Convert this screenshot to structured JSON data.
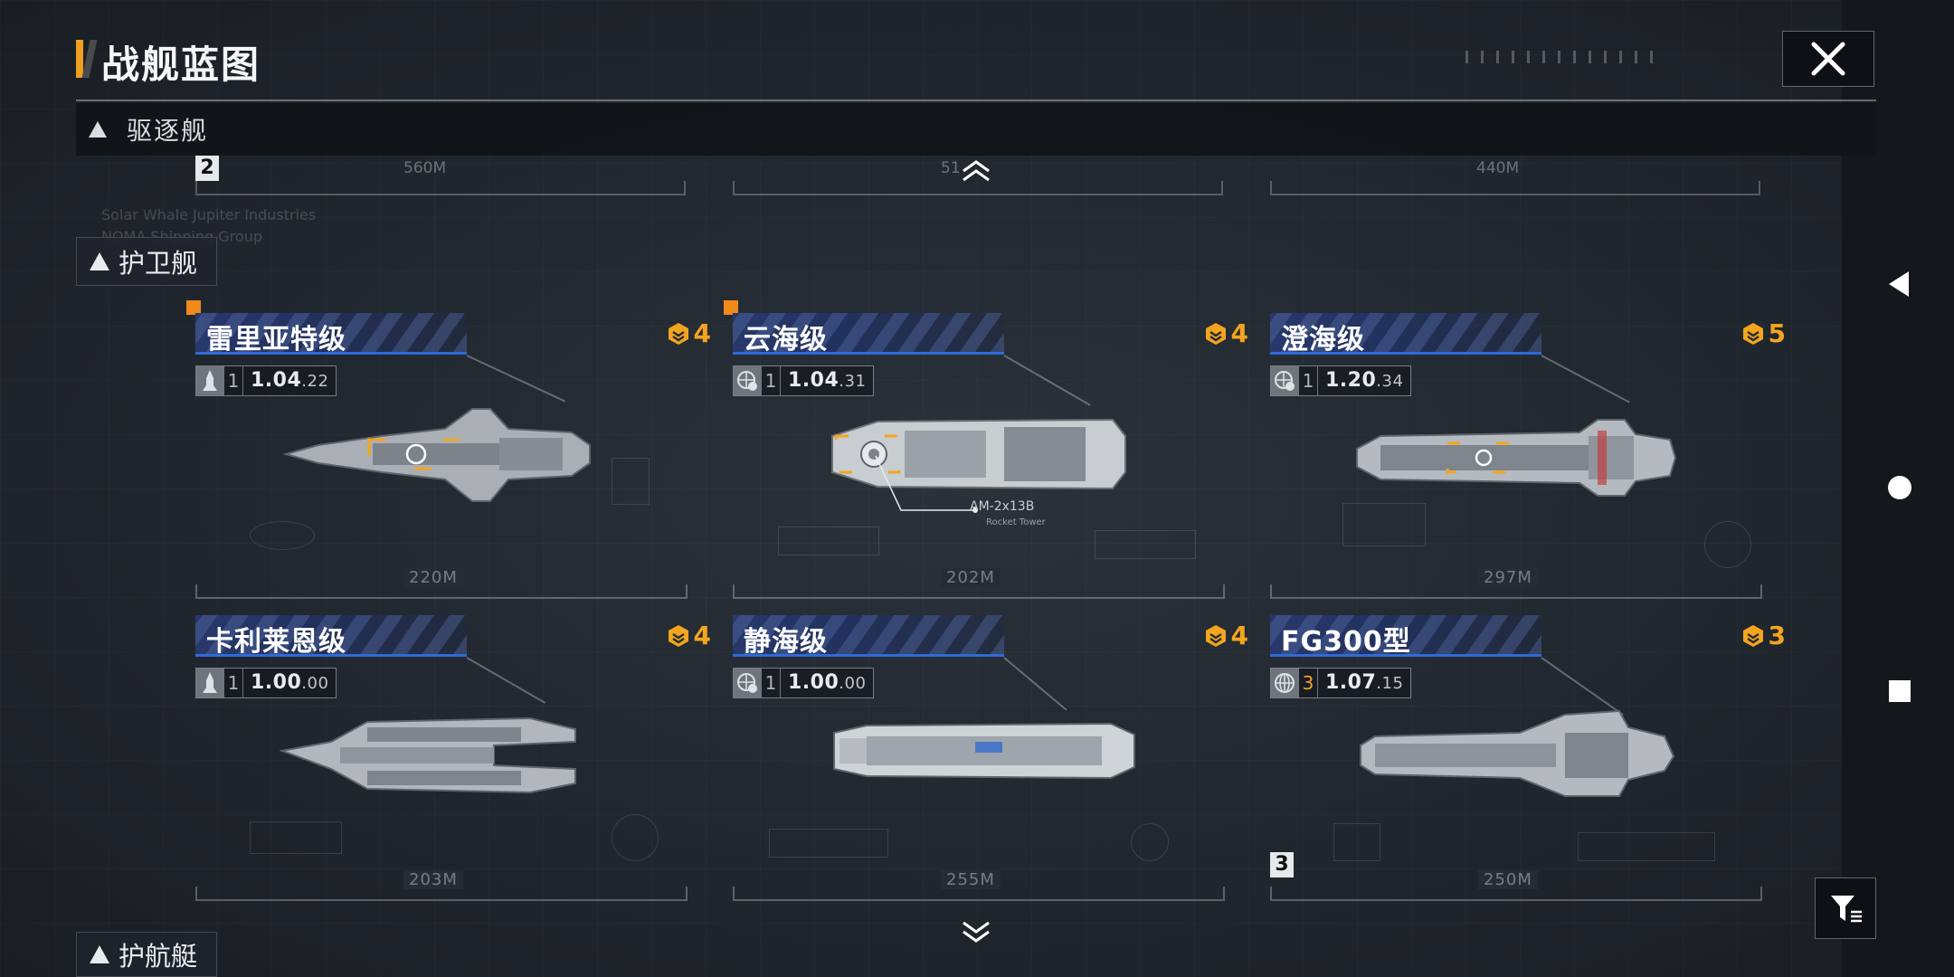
{
  "header": {
    "title": "战舰蓝图"
  },
  "category_bar": {
    "label": "驱逐舰"
  },
  "ghost_row": {
    "badge": "2",
    "lengths": [
      "560M",
      "51",
      "440M"
    ],
    "text_lines": [
      "Solar Whale Jupiter Industries",
      "NOMA Shipping Group"
    ]
  },
  "section": {
    "label": "护卫舰"
  },
  "section_next": {
    "label": "护航艇"
  },
  "ships": [
    {
      "name": "雷里亚特级",
      "rank": "4",
      "tier": "1",
      "version_main": "1.04",
      "version_sub": "22",
      "length": "220M",
      "icon": "rocket-icon",
      "marked": true
    },
    {
      "name": "云海级",
      "rank": "4",
      "tier": "1",
      "version_main": "1.04",
      "version_sub": "31",
      "length": "202M",
      "icon": "globe-gear-icon",
      "marked": true,
      "callout": "AM-2x13B",
      "callout_sub": "Rocket Tower"
    },
    {
      "name": "澄海级",
      "rank": "5",
      "tier": "1",
      "version_main": "1.20",
      "version_sub": "34",
      "length": "297M",
      "icon": "globe-gear-icon",
      "marked": false
    },
    {
      "name": "卡利莱恩级",
      "rank": "4",
      "tier": "1",
      "version_main": "1.00",
      "version_sub": "00",
      "length": "203M",
      "icon": "rocket-icon",
      "marked": false
    },
    {
      "name": "静海级",
      "rank": "4",
      "tier": "1",
      "version_main": "1.00",
      "version_sub": "00",
      "length": "255M",
      "icon": "globe-gear-icon",
      "marked": false
    },
    {
      "name": "FG300型",
      "rank": "3",
      "tier": "3",
      "version_main": "1.07",
      "version_sub": "15",
      "length": "250M",
      "icon": "globe-icon",
      "marked": false,
      "badge": "3"
    }
  ],
  "colors": {
    "accent": "#f3a51e",
    "title_band": "#2c3e78",
    "marker": "#f08a1a"
  }
}
